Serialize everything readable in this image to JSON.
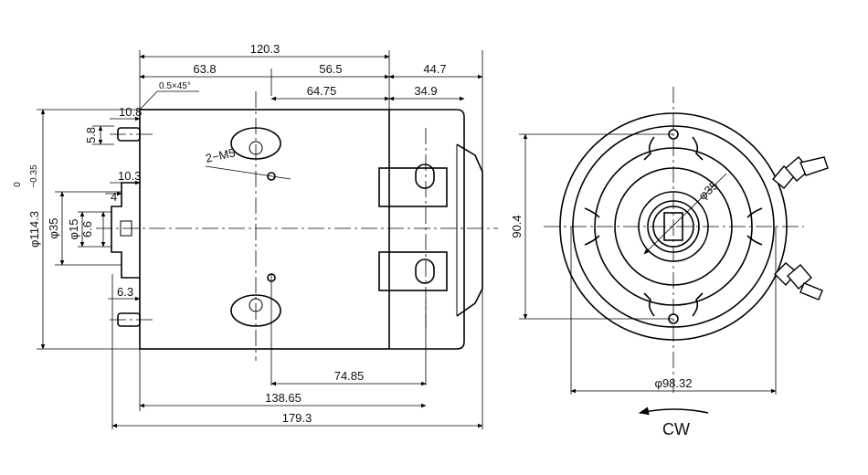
{
  "drawing": {
    "side_view": {
      "overall_length": "120.3",
      "segment_1": "63.8",
      "segment_2": "56.5",
      "end_length": "44.7",
      "hole_to_end": "64.75",
      "end_cap": "34.9",
      "chamfer": "0.5×45°",
      "left_offset_top": "10.8",
      "stud_height": "5.8",
      "thread_note": "2−M5",
      "hub_offset": "10.3",
      "hub_step": "4",
      "stud_offset_bottom": "6.3",
      "body_diameter": "φ114.3",
      "tol_upper": "0",
      "tol_lower": "−0.35",
      "hub_diameter": "φ35",
      "shaft_diameter": "φ15",
      "key_width": "6.6",
      "lower_dim_1": "74.85",
      "lower_dim_2": "138.65",
      "lower_dim_3": "179.3"
    },
    "end_view": {
      "bolt_spacing": "90.4",
      "pilot_diameter": "φ35",
      "bolt_circle": "φ98.32",
      "rotation": "CW"
    }
  }
}
